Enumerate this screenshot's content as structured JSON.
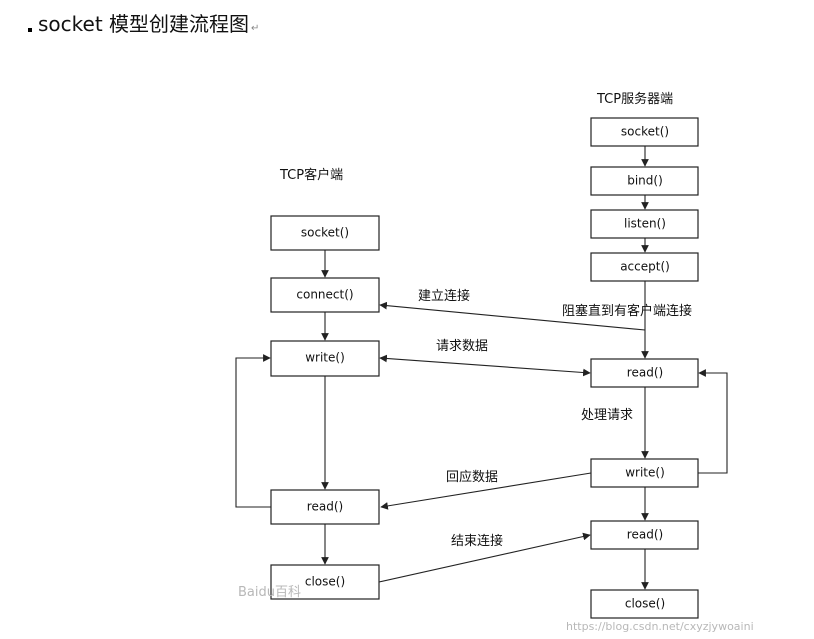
{
  "title": "socket 模型创建流程图",
  "title_marker": "↵",
  "client": {
    "heading": "TCP客户端",
    "socket": "socket()",
    "connect": "connect()",
    "write": "write()",
    "read": "read()",
    "close": "close()"
  },
  "server": {
    "heading": "TCP服务器端",
    "socket": "socket()",
    "bind": "bind()",
    "listen": "listen()",
    "accept": "accept()",
    "read": "read()",
    "write": "write()",
    "read2": "read()",
    "close": "close()"
  },
  "labels": {
    "establish": "建立连接",
    "block": "阻塞直到有客户端连接",
    "request": "请求数据",
    "process": "处理请求",
    "respond": "回应数据",
    "end": "结束连接"
  },
  "watermark": {
    "baidu": "Baidu百科",
    "url": "https://blog.csdn.net/cxyzjywoaini"
  }
}
